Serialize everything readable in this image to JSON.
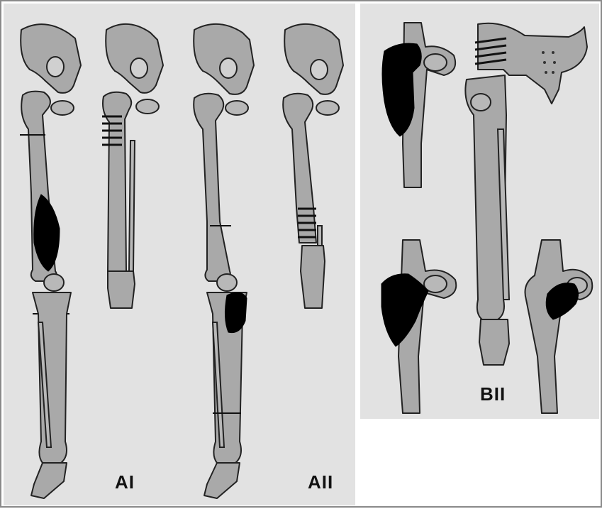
{
  "labels": {
    "a1": "AI",
    "a2": "AII",
    "b2": "BII"
  },
  "colors": {
    "background": "#e2e2e2",
    "bone": "#a9a9a9",
    "tumor": "#000000",
    "border": "#8a8a8a"
  }
}
